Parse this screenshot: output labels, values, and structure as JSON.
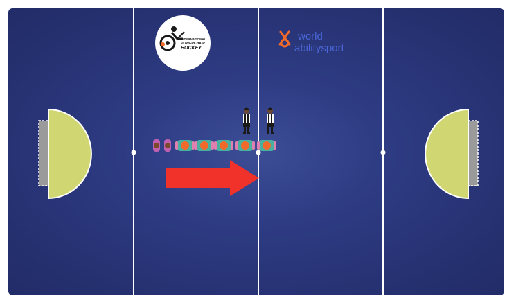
{
  "logos": {
    "left": {
      "icon": "wheelchair-hockey-icon",
      "text_line1": "INTERNATIONAL",
      "text_line2": "POWERCHAIR",
      "text_line3": "HOCKEY"
    },
    "right": {
      "icon": "world-abilitysport-icon",
      "text_line1": "world",
      "text_line2": "abilitysport"
    }
  },
  "colors": {
    "court": "#2b3a7e",
    "lines": "#ffffff",
    "goal_area": "#cfd672",
    "goal": "#9a9a9a",
    "arrow": "#f0322a",
    "brand_orange": "#f26a2a",
    "brand_blue": "#4a66d8"
  },
  "arrow": {
    "direction": "right"
  },
  "players": {
    "count": 7,
    "icon": "powerchair-player-icon"
  },
  "referees": {
    "count": 2,
    "icon": "referee-icon"
  }
}
